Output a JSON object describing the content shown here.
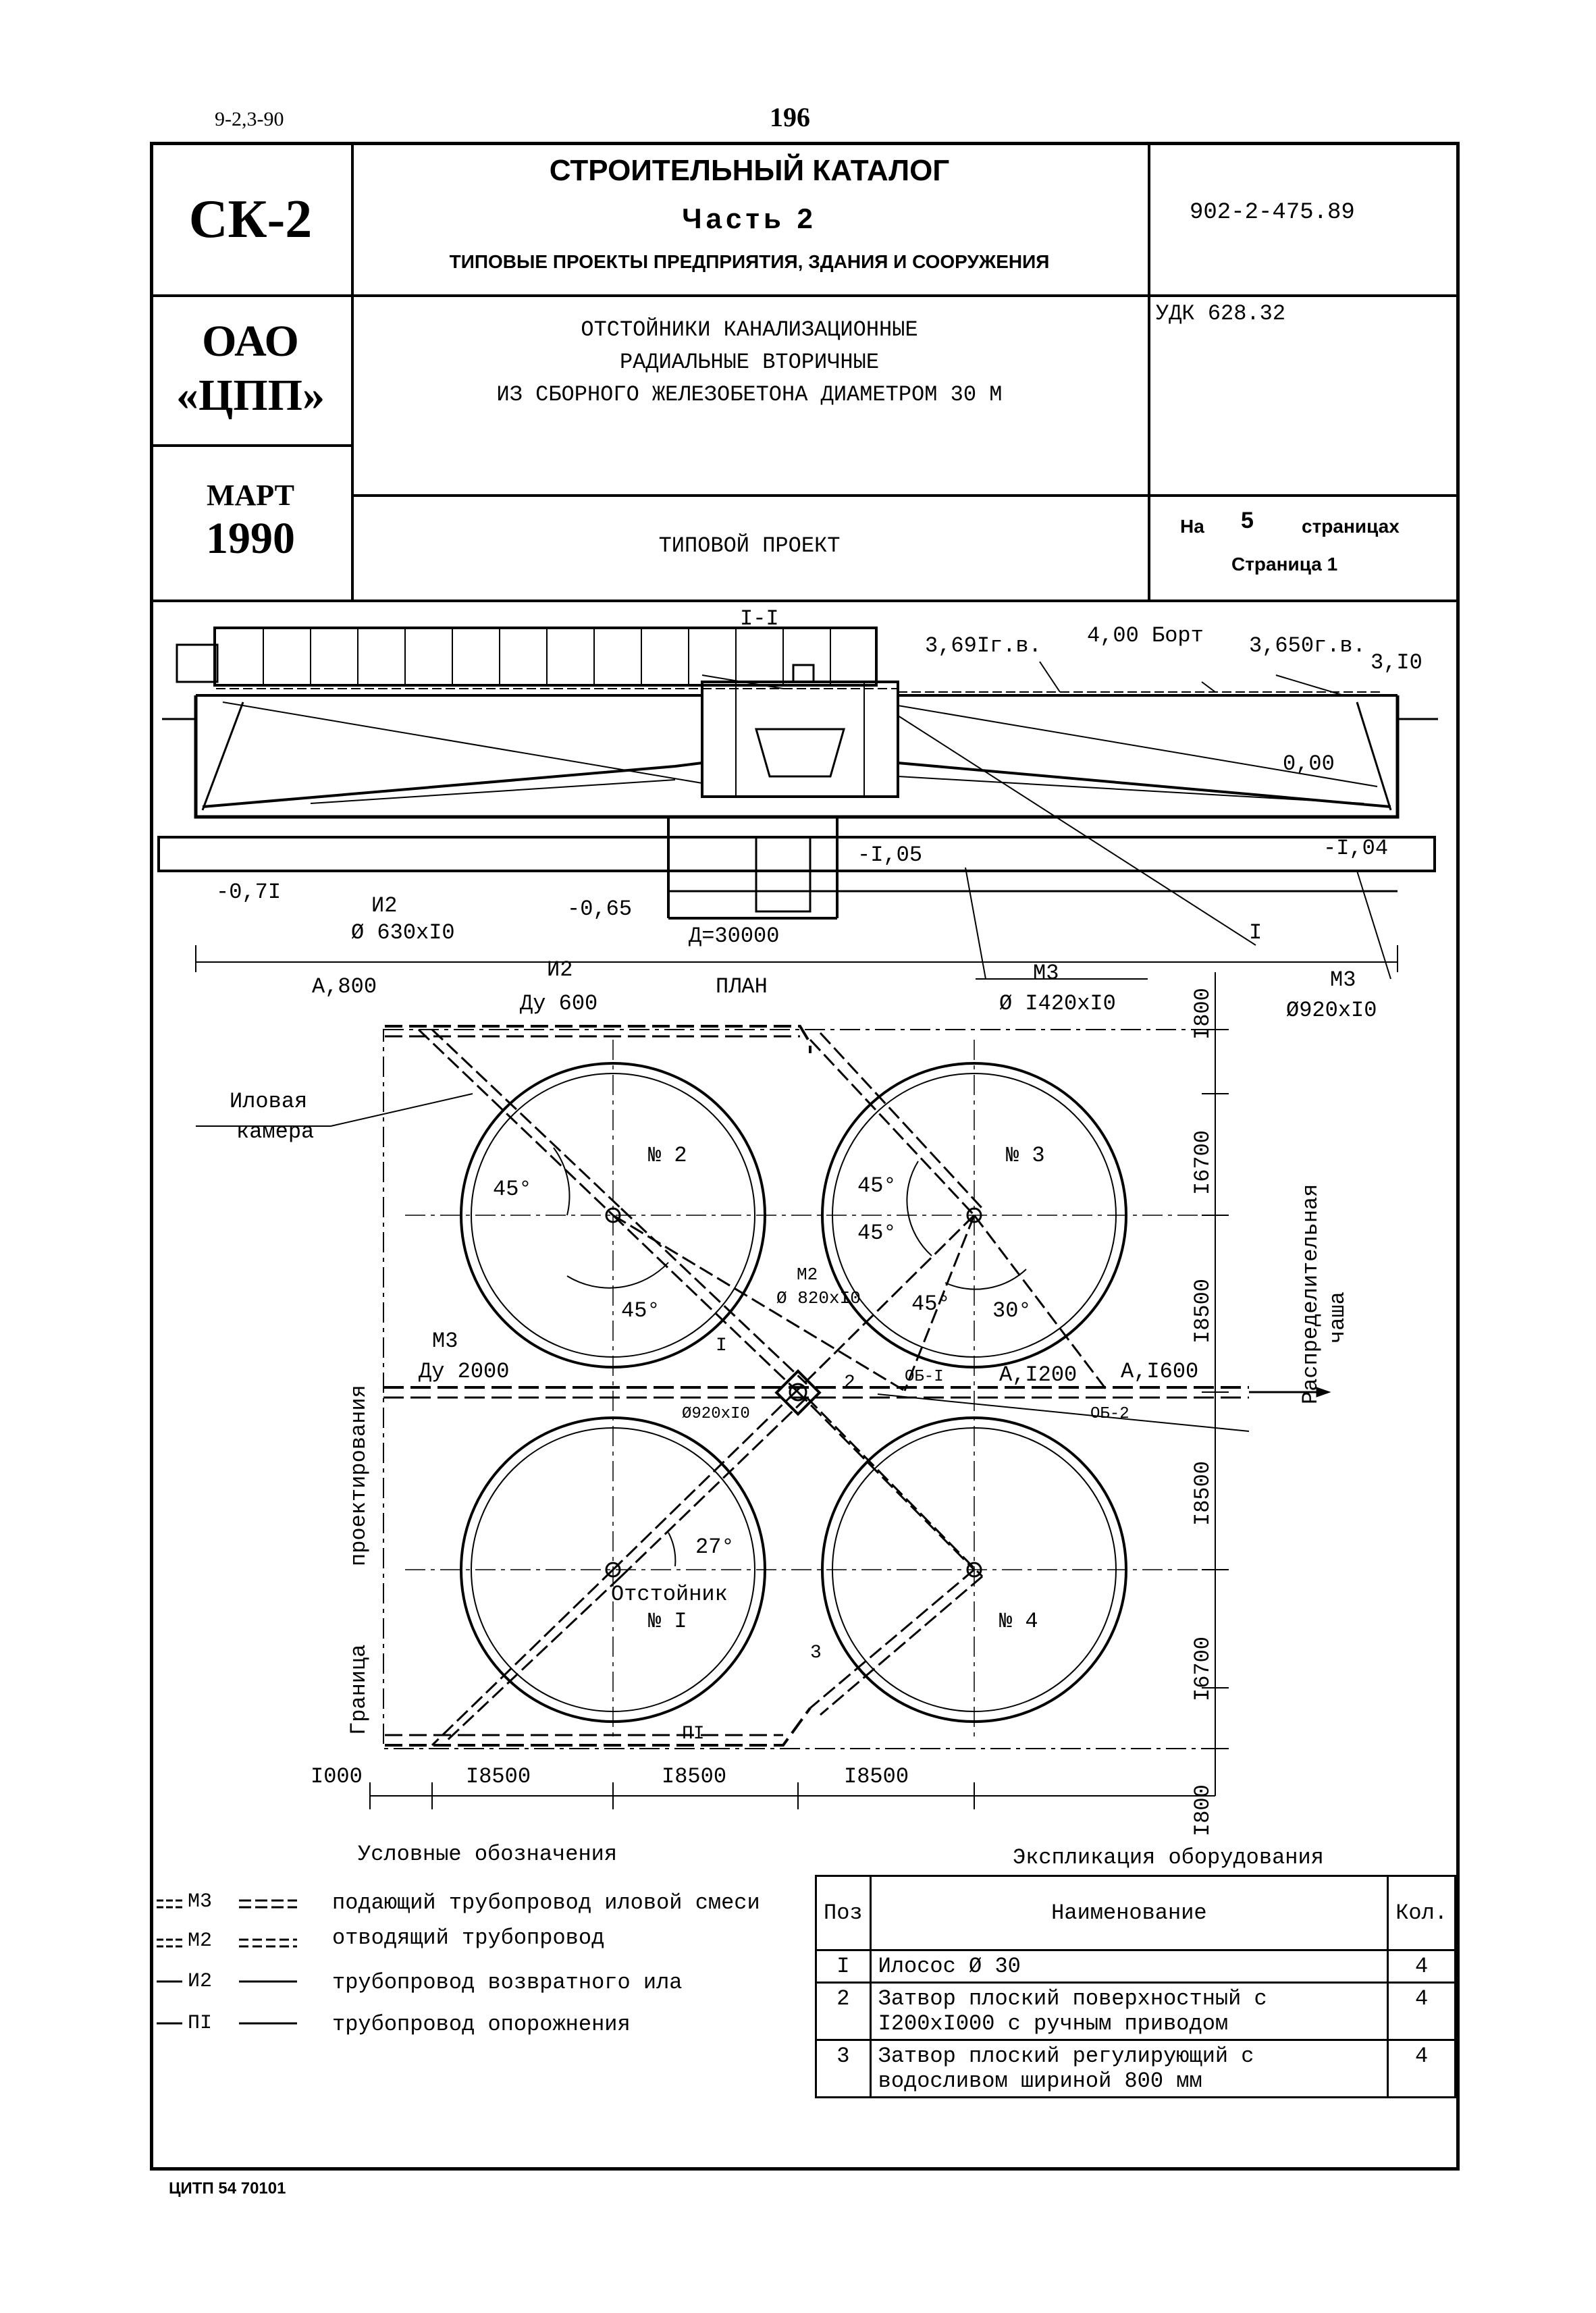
{
  "top": {
    "code": "9-2,3-90",
    "page_number": "196",
    "bottom_code": "ЦИТП 54 70101"
  },
  "header": {
    "catalog_code": "СК-2",
    "catalog_title": "СТРОИТЕЛЬНЫЙ КАТАЛОГ",
    "part": "Часть 2",
    "part_subtitle": "ТИПОВЫЕ ПРОЕКТЫ ПРЕДПРИЯТИЯ, ЗДАНИЯ И СООРУЖЕНИЯ",
    "project_number": "902-2-475.89",
    "org_line1": "ОАО",
    "org_line2": "«ЦПП»",
    "doc_title_line1": "ОТСТОЙНИКИ КАНАЛИЗАЦИОННЫЕ",
    "doc_title_line2": "РАДИАЛЬНЫЕ ВТОРИЧНЫЕ",
    "doc_title_line3": "ИЗ СБОРНОГО ЖЕЛЕЗОБЕТОНА ДИАМЕТРОМ 30 М",
    "udk": "УДК 628.32",
    "month": "МАРТ",
    "year": "1990",
    "doc_type": "ТИПОВОЙ ПРОЕКТ",
    "pages_prefix": "На",
    "pages_count": "5",
    "pages_suffix": "страницах",
    "page_label": "Страница 1"
  },
  "section": {
    "title": "I-I",
    "lvl_water_left": "3,69Iг.в.",
    "lvl_board": "4,00 Борт",
    "lvl_water_right": "3,650г.в.",
    "lvl_top_right": "3,I0",
    "lvl_zero": "0,00",
    "lvl_m071": "-0,7I",
    "lvl_m065": "-0,65",
    "lvl_m105": "-I,05",
    "lvl_m104": "-I,04",
    "pipe_label_i2": "И2",
    "pipe_i2_size": "Ø 630xI0",
    "diameter": "Д=30000",
    "callout_1": "I"
  },
  "plan": {
    "title": "ПЛАН",
    "pipe_i2": "И2",
    "du600": "Ду 600",
    "a800": "А,800",
    "dim_1800_top": "I800",
    "dim_16700_a": "I6700",
    "dim_18500_a": "I8500",
    "dim_18500_b": "I8500",
    "dim_16700_b": "I6700",
    "dim_1800_bottom": "I800",
    "dim_1000": "I000",
    "dim_b1": "I8500",
    "dim_b2": "I8500",
    "dim_b3": "I8500",
    "m3_label_mid": "М3",
    "m3_size_mid": "Ø I420xI0",
    "m3_label_right": "М3",
    "m3_size_right": "Ø920xI0",
    "silt_chamber_1": "Иловая",
    "silt_chamber_2": "камера",
    "tank_1a": "Отстойник",
    "tank_1b": "№ I",
    "tank_2": "№ 2",
    "tank_3": "№ 3",
    "tank_4": "№ 4",
    "angle_45a": "45°",
    "angle_45b": "45°",
    "angle_45c": "45°",
    "angle_45d": "45°",
    "angle_45e": "45°",
    "angle_30": "30°",
    "angle_27": "27°",
    "m3_left": "М3",
    "du2000": "Ду 2000",
    "d1200": "А,I200",
    "d1600": "А,I600",
    "ob1": "ОБ-I",
    "ob2": "ОБ-2",
    "m2_ref": "М2",
    "m2_ref_size": "Ø 820xI0",
    "small_920": "Ø920xI0",
    "distribution_bowl_1": "Распределительная",
    "distribution_bowl_2": "чаша",
    "boundary_1": "Граница",
    "boundary_2": "проектирования",
    "p1": "ПI",
    "n1": "I",
    "n2": "2",
    "n3": "3"
  },
  "legend": {
    "title": "Условные обозначения",
    "items": [
      {
        "code": "М3",
        "text": "подающий трубопровод иловой смеси"
      },
      {
        "code": "М2",
        "text": "отводящий трубопровод"
      },
      {
        "code": "И2",
        "text": "трубопровод возвратного ила"
      },
      {
        "code": "ПI",
        "text": "трубопровод опорожнения"
      }
    ]
  },
  "explication": {
    "title": "Экспликация оборудования",
    "headers": {
      "pos": "Поз",
      "name": "Наименование",
      "qty": "Кол."
    },
    "rows": [
      {
        "pos": "I",
        "name1": "Илосос Ø 30",
        "name2": "",
        "qty": "4"
      },
      {
        "pos": "2",
        "name1": "Затвор плоский поверхностный с",
        "name2": "I200xI000 с ручным приводом",
        "qty": "4"
      },
      {
        "pos": "3",
        "name1": "Затвор плоский регулирующий с",
        "name2": "водосливом шириной 800 мм",
        "qty": "4"
      }
    ]
  }
}
